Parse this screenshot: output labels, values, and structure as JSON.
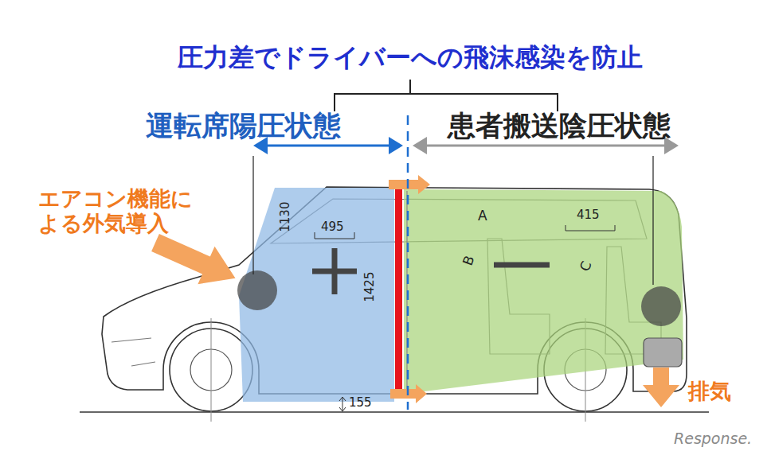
{
  "diagram": {
    "title": "圧力差でドライバーへの飛沫感染を防止",
    "labels": [
      "運転席陽圧状態",
      "患者搬送陰圧状態",
      "エアコン機能に よる外気導入",
      "排気",
      "1130",
      "495",
      "1425",
      "A",
      "B",
      "C",
      "415",
      "155",
      "Response."
    ]
  }
}
